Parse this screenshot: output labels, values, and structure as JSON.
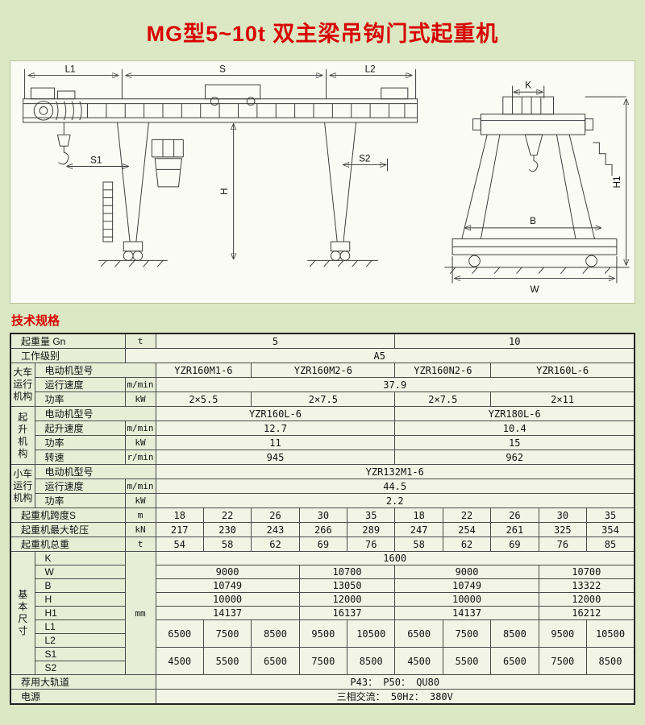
{
  "page": {
    "title": "MG型5~10t 双主梁吊钩门式起重机",
    "section_heading": "技术规格"
  },
  "drawing": {
    "dims": {
      "L1": "L1",
      "S": "S",
      "L2": "L2",
      "S1": "S1",
      "S2": "S2",
      "H": "H",
      "K": "K",
      "B": "B",
      "W": "W",
      "H1": "H1"
    }
  },
  "table": {
    "rows": [
      {
        "cells": [
          {
            "t": "起重量 Gn",
            "cs": 2,
            "cls": "lab"
          },
          {
            "t": "t",
            "cls": "unit"
          },
          {
            "t": "5",
            "cs": 5
          },
          {
            "t": "10",
            "cs": 5
          }
        ]
      },
      {
        "cells": [
          {
            "t": "工作级别",
            "cs": 2,
            "cls": "lab"
          },
          {
            "t": "A5",
            "cs": 11
          }
        ]
      },
      {
        "cells": [
          {
            "t": "大车\n运行\n机构",
            "rs": 3,
            "cls": "grp"
          },
          {
            "t": "电动机型号",
            "cs": 2,
            "cls": "lab"
          },
          {
            "t": "YZR160M1-6",
            "cs": 2
          },
          {
            "t": "YZR160M2-6",
            "cs": 3
          },
          {
            "t": "YZR160N2-6",
            "cs": 2
          },
          {
            "t": "YZR160L-6",
            "cs": 3
          }
        ]
      },
      {
        "cells": [
          {
            "t": "运行速度",
            "cls": "lab"
          },
          {
            "t": "m/min",
            "cls": "unit"
          },
          {
            "t": "37.9",
            "cs": 10
          }
        ]
      },
      {
        "cells": [
          {
            "t": "功率",
            "cls": "lab"
          },
          {
            "t": "kW",
            "cls": "unit"
          },
          {
            "t": "2×5.5",
            "cs": 2
          },
          {
            "t": "2×7.5",
            "cs": 3
          },
          {
            "t": "2×7.5",
            "cs": 2
          },
          {
            "t": "2×11",
            "cs": 3
          }
        ]
      },
      {
        "cells": [
          {
            "t": "起\n升\n机\n构",
            "rs": 4,
            "cls": "grp"
          },
          {
            "t": "电动机型号",
            "cs": 2,
            "cls": "lab"
          },
          {
            "t": "YZR160L-6",
            "cs": 5
          },
          {
            "t": "YZR180L-6",
            "cs": 5
          }
        ]
      },
      {
        "cells": [
          {
            "t": "起升速度",
            "cls": "lab"
          },
          {
            "t": "m/min",
            "cls": "unit"
          },
          {
            "t": "12.7",
            "cs": 5
          },
          {
            "t": "10.4",
            "cs": 5
          }
        ]
      },
      {
        "cells": [
          {
            "t": "功率",
            "cls": "lab"
          },
          {
            "t": "kW",
            "cls": "unit"
          },
          {
            "t": "11",
            "cs": 5
          },
          {
            "t": "15",
            "cs": 5
          }
        ]
      },
      {
        "cells": [
          {
            "t": "转速",
            "cls": "lab"
          },
          {
            "t": "r/min",
            "cls": "unit"
          },
          {
            "t": "945",
            "cs": 5
          },
          {
            "t": "962",
            "cs": 5
          }
        ]
      },
      {
        "cells": [
          {
            "t": "小车\n运行\n机构",
            "rs": 3,
            "cls": "grp"
          },
          {
            "t": "电动机型号",
            "cs": 2,
            "cls": "lab"
          },
          {
            "t": "YZR132M1-6",
            "cs": 10
          }
        ]
      },
      {
        "cells": [
          {
            "t": "运行速度",
            "cls": "lab"
          },
          {
            "t": "m/min",
            "cls": "unit"
          },
          {
            "t": "44.5",
            "cs": 10
          }
        ]
      },
      {
        "cells": [
          {
            "t": "功率",
            "cls": "lab"
          },
          {
            "t": "kW",
            "cls": "unit"
          },
          {
            "t": "2.2",
            "cs": 10
          }
        ]
      },
      {
        "cells": [
          {
            "t": "起重机跨度S",
            "cs": 2,
            "cls": "lab"
          },
          {
            "t": "m",
            "cls": "unit"
          },
          {
            "t": "18"
          },
          {
            "t": "22"
          },
          {
            "t": "26"
          },
          {
            "t": "30"
          },
          {
            "t": "35"
          },
          {
            "t": "18"
          },
          {
            "t": "22"
          },
          {
            "t": "26"
          },
          {
            "t": "30"
          },
          {
            "t": "35"
          }
        ]
      },
      {
        "cells": [
          {
            "t": "起重机最大轮压",
            "cs": 2,
            "cls": "lab"
          },
          {
            "t": "kN",
            "cls": "unit"
          },
          {
            "t": "217"
          },
          {
            "t": "230"
          },
          {
            "t": "243"
          },
          {
            "t": "266"
          },
          {
            "t": "289"
          },
          {
            "t": "247"
          },
          {
            "t": "254"
          },
          {
            "t": "261"
          },
          {
            "t": "325"
          },
          {
            "t": "354"
          }
        ]
      },
      {
        "cells": [
          {
            "t": "起重机总重",
            "cs": 2,
            "cls": "lab"
          },
          {
            "t": "t",
            "cls": "unit"
          },
          {
            "t": "54"
          },
          {
            "t": "58"
          },
          {
            "t": "62"
          },
          {
            "t": "69"
          },
          {
            "t": "76"
          },
          {
            "t": "58"
          },
          {
            "t": "62"
          },
          {
            "t": "69"
          },
          {
            "t": "76"
          },
          {
            "t": "85"
          }
        ]
      },
      {
        "cells": [
          {
            "t": "基\n本\n尺\n寸",
            "rs": 9,
            "cls": "grp"
          },
          {
            "t": "K",
            "cls": "lab"
          },
          {
            "t": "mm",
            "rs": 9,
            "cls": "unit"
          },
          {
            "t": "1600",
            "cs": 10
          }
        ]
      },
      {
        "cells": [
          {
            "t": "W",
            "cls": "lab"
          },
          {
            "t": "9000",
            "cs": 3
          },
          {
            "t": "10700",
            "cs": 2
          },
          {
            "t": "9000",
            "cs": 3
          },
          {
            "t": "10700",
            "cs": 2
          }
        ]
      },
      {
        "cells": [
          {
            "t": "B",
            "cls": "lab"
          },
          {
            "t": "10749",
            "cs": 3
          },
          {
            "t": "13050",
            "cs": 2
          },
          {
            "t": "10749",
            "cs": 3
          },
          {
            "t": "13322",
            "cs": 2
          }
        ]
      },
      {
        "cells": [
          {
            "t": "H",
            "cls": "lab"
          },
          {
            "t": "10000",
            "cs": 3
          },
          {
            "t": "12000",
            "cs": 2
          },
          {
            "t": "10000",
            "cs": 3
          },
          {
            "t": "12000",
            "cs": 2
          }
        ]
      },
      {
        "cells": [
          {
            "t": "H1",
            "cls": "lab"
          },
          {
            "t": "14137",
            "cs": 3
          },
          {
            "t": "16137",
            "cs": 2
          },
          {
            "t": "14137",
            "cs": 3
          },
          {
            "t": "16212",
            "cs": 2
          }
        ]
      },
      {
        "cells": [
          {
            "t": "L1",
            "cls": "lab"
          },
          {
            "t": "6500",
            "rs": 2
          },
          {
            "t": "7500",
            "rs": 2
          },
          {
            "t": "8500",
            "rs": 2
          },
          {
            "t": "9500",
            "rs": 2
          },
          {
            "t": "10500",
            "rs": 2
          },
          {
            "t": "6500",
            "rs": 2
          },
          {
            "t": "7500",
            "rs": 2
          },
          {
            "t": "8500",
            "rs": 2
          },
          {
            "t": "9500",
            "rs": 2
          },
          {
            "t": "10500",
            "rs": 2
          }
        ]
      },
      {
        "cells": [
          {
            "t": "L2",
            "cls": "lab"
          }
        ]
      },
      {
        "cells": [
          {
            "t": "S1",
            "cls": "lab"
          },
          {
            "t": "4500",
            "rs": 2
          },
          {
            "t": "5500",
            "rs": 2
          },
          {
            "t": "6500",
            "rs": 2
          },
          {
            "t": "7500",
            "rs": 2
          },
          {
            "t": "8500",
            "rs": 2
          },
          {
            "t": "4500",
            "rs": 2
          },
          {
            "t": "5500",
            "rs": 2
          },
          {
            "t": "6500",
            "rs": 2
          },
          {
            "t": "7500",
            "rs": 2
          },
          {
            "t": "8500",
            "rs": 2
          }
        ]
      },
      {
        "cells": [
          {
            "t": "S2",
            "cls": "lab"
          }
        ]
      },
      {
        "cells": [
          {
            "t": "荐用大轨道",
            "cs": 3,
            "cls": "lab"
          },
          {
            "t": "P43：  P50：  QU80",
            "cs": 10
          }
        ]
      },
      {
        "cells": [
          {
            "t": "电源",
            "cs": 3,
            "cls": "lab"
          },
          {
            "t": "三相交流：  50Hz：  380V",
            "cs": 10
          }
        ]
      }
    ]
  }
}
